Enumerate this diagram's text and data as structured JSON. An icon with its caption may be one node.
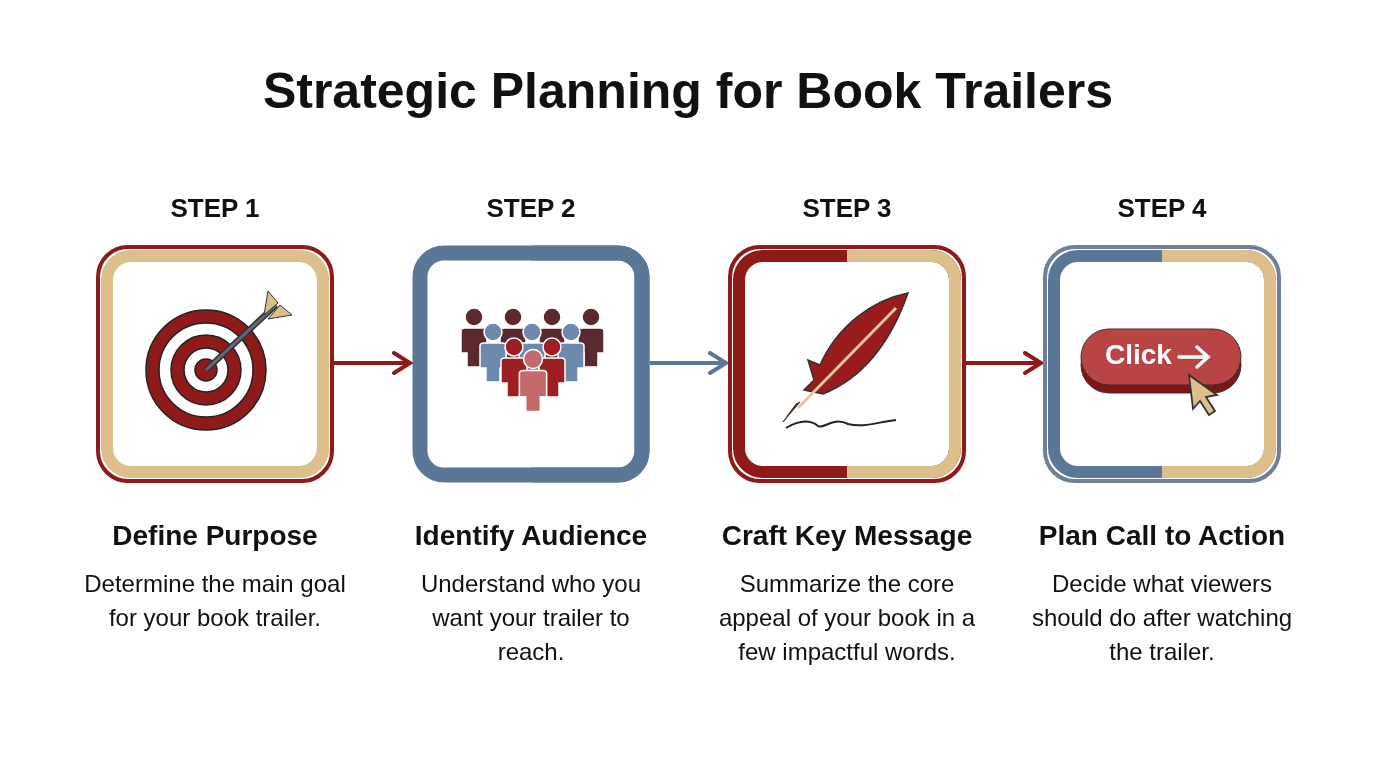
{
  "diagram": {
    "title": "Strategic Planning for Book Trailers",
    "nodes": [
      {
        "text": [
          "STEP 1",
          "Define Purpose",
          "Determine the main goal for your book trailer."
        ]
      },
      {
        "text": [
          "STEP 2",
          "Identify Audience",
          "Understand who you want your trailer to reach."
        ]
      },
      {
        "text": [
          "STEP 3",
          "Craft Key Message",
          "Summarize the core appeal of your book in a few impactful words."
        ]
      },
      {
        "text": [
          "STEP 4",
          "Plan Call to Action",
          "Decide what viewers should do after watching the trailer."
        ]
      }
    ],
    "edges": [
      {
        "from": 0,
        "to": 1,
        "arrow": "to"
      },
      {
        "from": 1,
        "to": 2,
        "arrow": "to",
        "color": "#5b7797"
      },
      {
        "from": 2,
        "to": 3,
        "arrow": "to"
      }
    ],
    "labels": [
      "Click"
    ]
  }
}
